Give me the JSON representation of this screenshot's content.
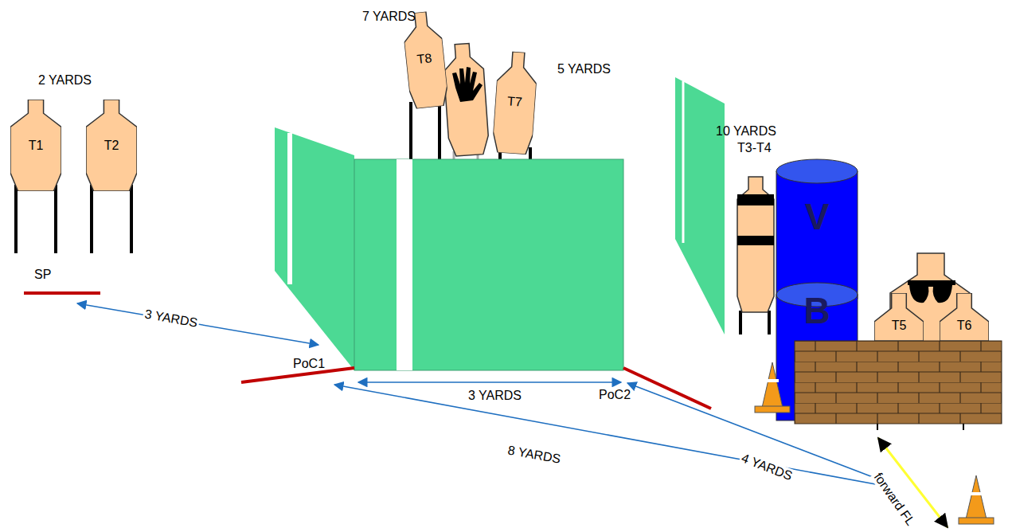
{
  "diagram": {
    "nodes": [
      {
        "text": [
          "T1"
        ]
      },
      {
        "text": [
          "T2"
        ]
      },
      {
        "text": [
          "T8"
        ]
      },
      {
        "text": [
          "T7"
        ]
      },
      {
        "text": [
          "V",
          "B"
        ]
      },
      {
        "text": [
          "T5"
        ]
      },
      {
        "text": [
          "T6"
        ]
      }
    ],
    "labels": [
      "2 YARDS",
      "SP",
      "3 YARDS",
      "PoC1",
      "7 YARDS",
      "5 YARDS",
      "10 YARDS",
      "T3-T4",
      "3 YARDS",
      "PoC2",
      "8 YARDS",
      "4 YARDS",
      "forward FL"
    ]
  }
}
